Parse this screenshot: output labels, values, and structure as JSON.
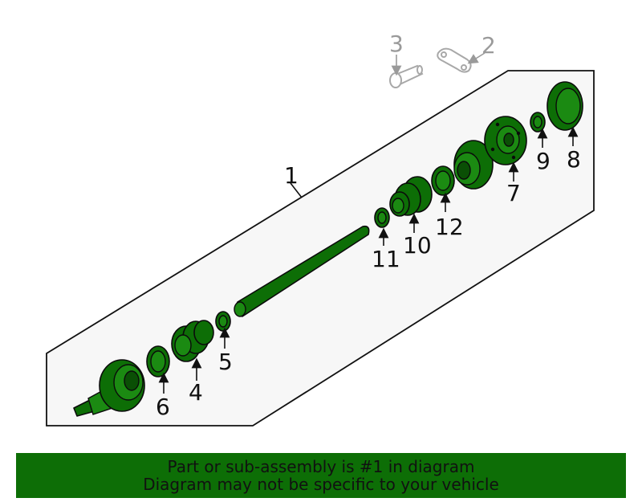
{
  "callouts": {
    "c1": "1",
    "c2": "2",
    "c3": "3",
    "c4": "4",
    "c5": "5",
    "c6": "6",
    "c7": "7",
    "c8": "8",
    "c9": "9",
    "c10": "10",
    "c11": "11",
    "c12": "12"
  },
  "banner": {
    "line1": "Part or sub-assembly is #1 in diagram",
    "line2": "Diagram may not be specific to your vehicle"
  },
  "colors": {
    "part_green": "#0d6e06",
    "banner_green": "#0d6e06",
    "outline": "#0b0b0b",
    "ghost_gray": "#a8a8a8"
  }
}
